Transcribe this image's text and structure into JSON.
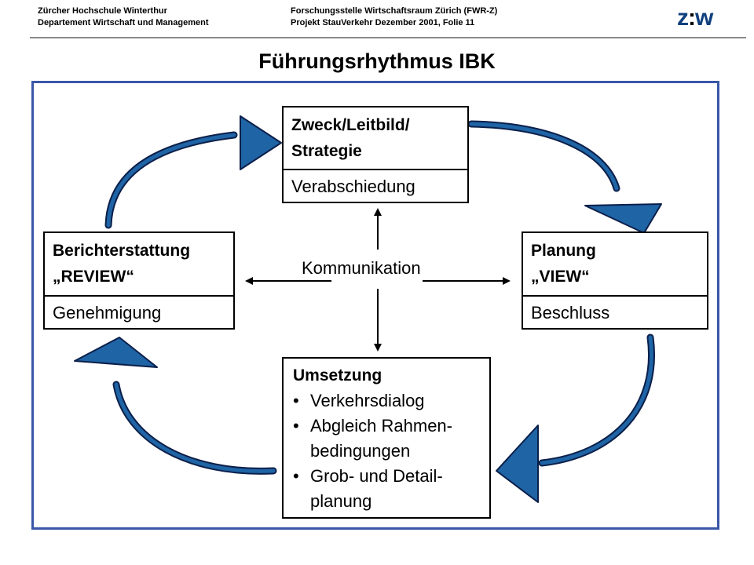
{
  "header": {
    "left_line1": "Zürcher Hochschule Winterthur",
    "left_line2": "Departement Wirtschaft und Management",
    "right_line1": "Forschungsstelle Wirtschaftsraum Zürich (FWR-Z)",
    "right_line2": "Projekt StauVerkehr Dezember 2001, Folie 11",
    "logo_left": "z",
    "logo_colon": ":",
    "logo_right": "w"
  },
  "title": "Führungsrhythmus IBK",
  "diagram": {
    "center_label": "Kommunikation",
    "boxes": {
      "zweck": {
        "title_line1": "Zweck/Leitbild/",
        "title_line2": "Strategie",
        "bottom": "Verabschiedung"
      },
      "planung": {
        "title_line1": "Planung",
        "title_line2": "„VIEW“",
        "bottom": "Beschluss"
      },
      "bericht": {
        "title_line1": "Berichterstattung",
        "title_line2": "„REVIEW“",
        "bottom": "Genehmigung"
      },
      "umsetzung": {
        "title": "Umsetzung",
        "items": [
          "Verkehrsdialog",
          "Abgleich Rahmen-",
          "bedingungen",
          "Grob- und Detail-",
          "planung"
        ]
      }
    }
  },
  "colors": {
    "arrow_fill": "#1f64a5",
    "arrow_stroke": "#0b1f4a",
    "frame": "#3a57a8",
    "logo": "#0f3f7c"
  }
}
